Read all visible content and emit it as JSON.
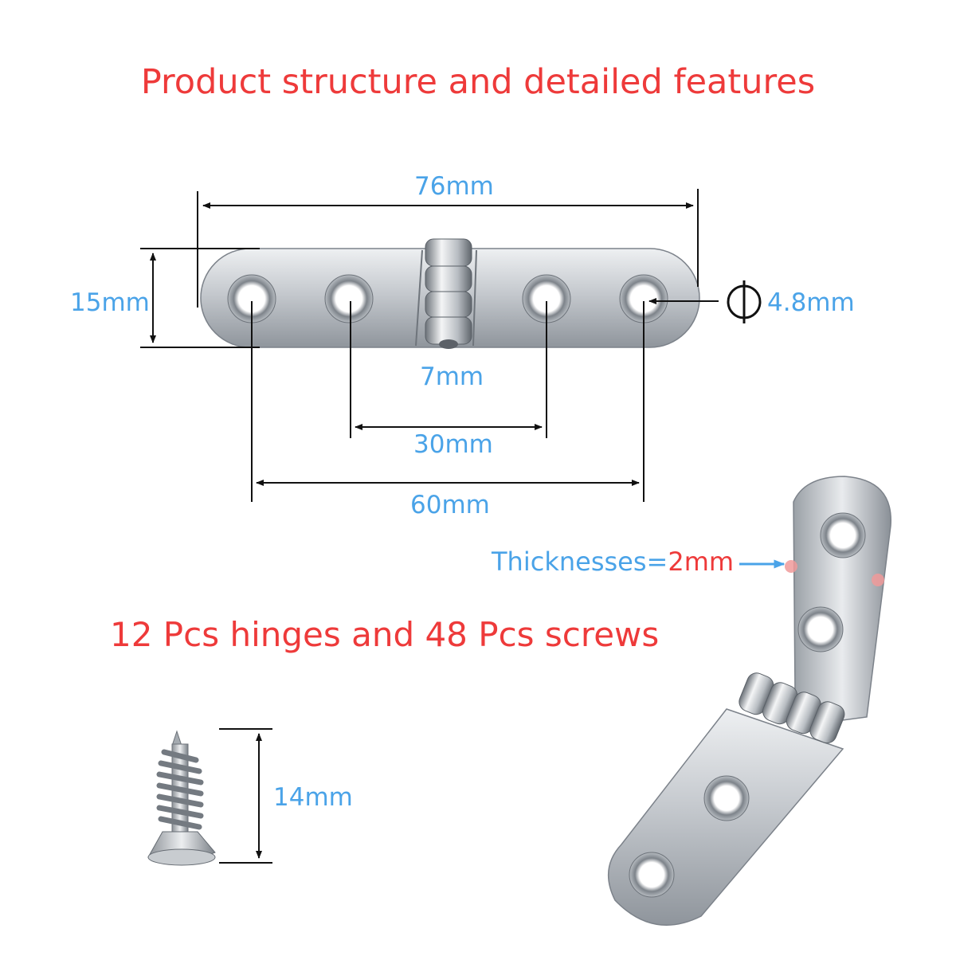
{
  "title": "Product structure and detailed features",
  "quantity_text": "12 Pcs hinges and 48 Pcs screws",
  "dimensions": {
    "overall_length": "76mm",
    "width": "15mm",
    "hole_diameter": "4.8mm",
    "knuckle_width": "7mm",
    "inner_hole_spacing": "30mm",
    "outer_hole_spacing": "60mm",
    "screw_length": "14mm"
  },
  "thickness": {
    "label": "Thicknesses=",
    "value": "2mm"
  },
  "colors": {
    "title": "#ee3a3a",
    "dimension": "#4aa3e8",
    "metal": "#c9ccd0"
  },
  "icons": {
    "diameter": "diameter-symbol-icon",
    "arrow": "arrow-right-icon"
  }
}
